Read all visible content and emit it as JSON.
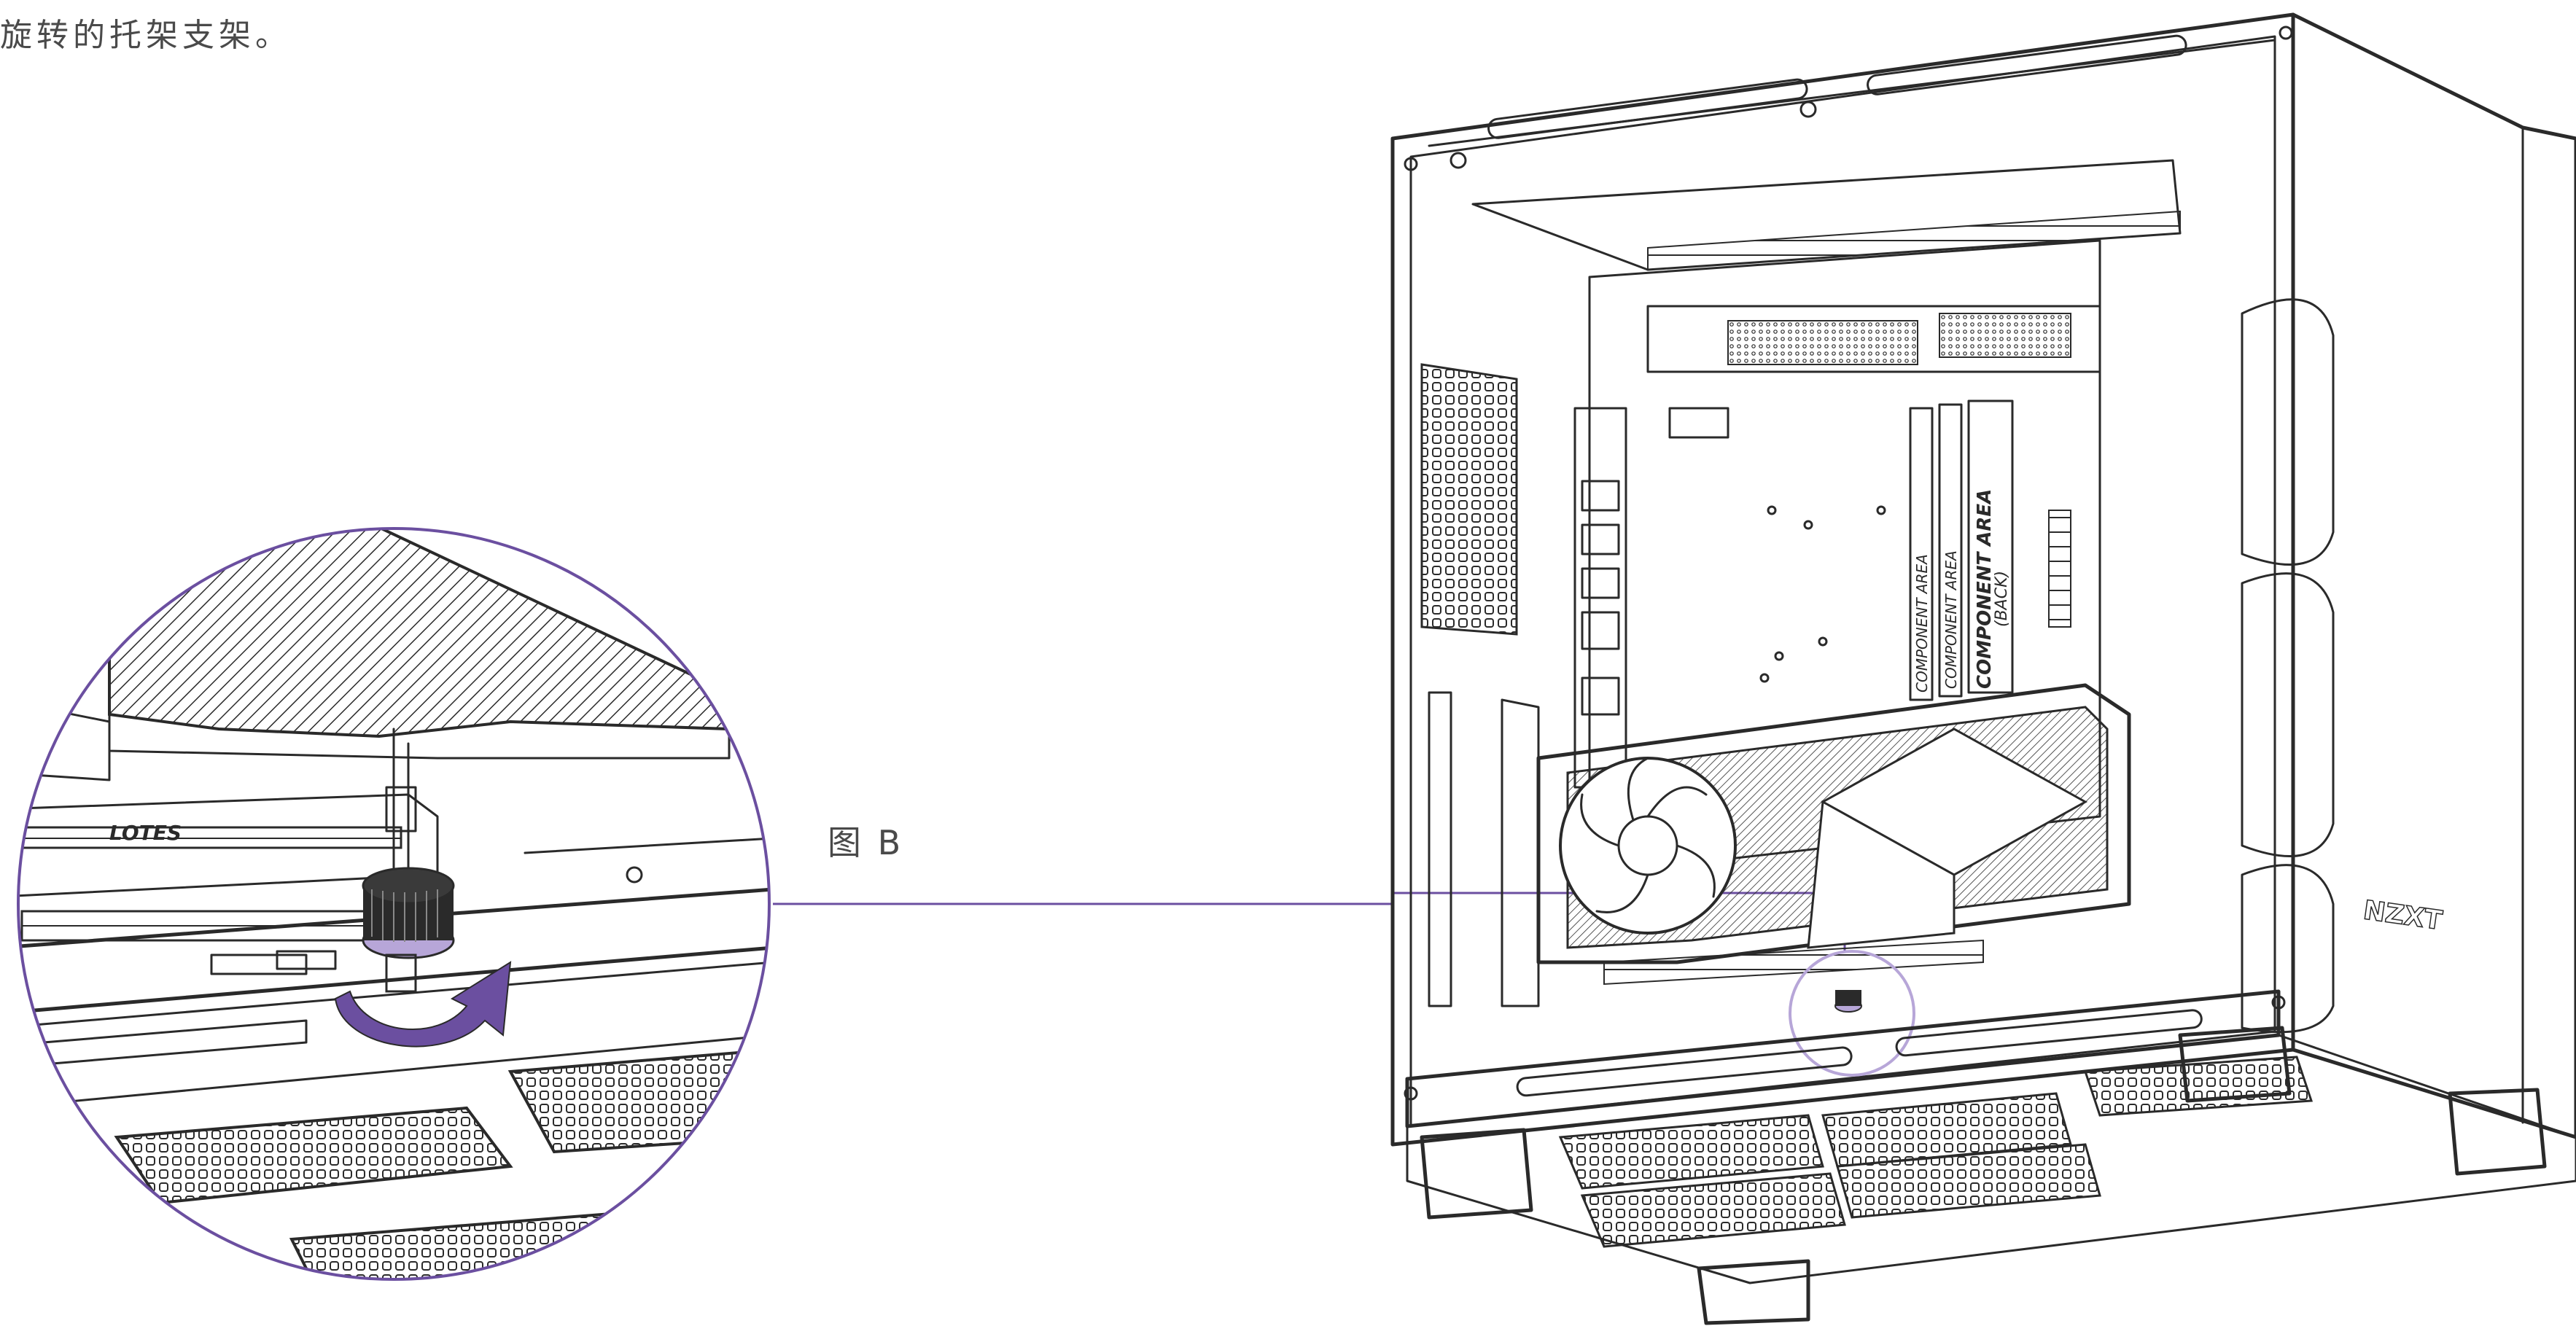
{
  "caption": {
    "text": "旋转的托架支架。"
  },
  "figure": {
    "label": "图 B"
  },
  "case_labels": {
    "brand": "NZXT",
    "gpu_brand": "LOTES",
    "component_area_1": "COMPONENT AREA",
    "component_area_2": "COMPONENT AREA",
    "component_area_3": "COMPONENT AREA",
    "component_area_back": "(BACK)"
  },
  "colors": {
    "accent": "#6b4fa0",
    "accent_light": "#b7a6d8",
    "line": "#2a2a2a",
    "text": "#4a4a4a"
  },
  "icons": [
    "rotate-arrow-icon"
  ]
}
